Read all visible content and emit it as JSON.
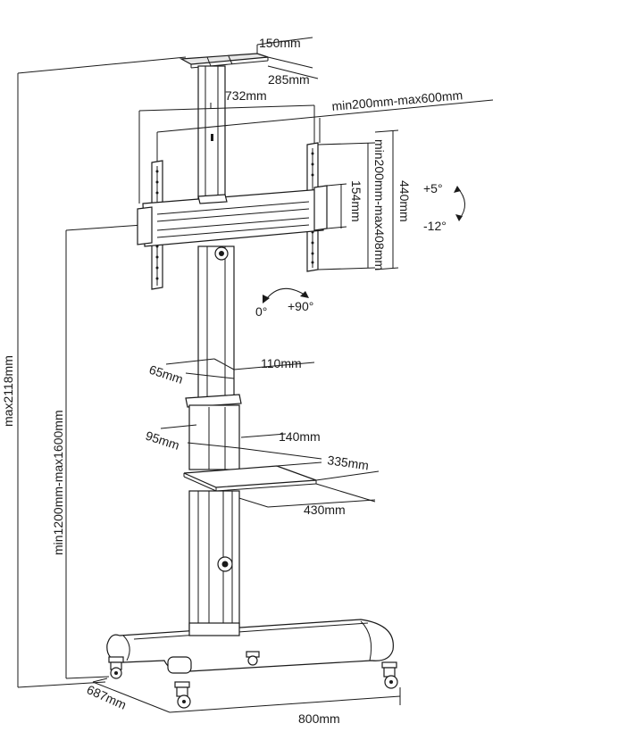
{
  "dimensions": {
    "top_plate_width": "150mm",
    "top_plate_depth": "285mm",
    "bracket_width": "732mm",
    "hole_spacing_horizontal": "min200mm-max600mm",
    "arm_height": "154mm",
    "hole_spacing_vertical": "min200mm-max408mm",
    "bracket_height": "440mm",
    "tilt_up": "+5°",
    "tilt_down": "-12°",
    "rotation_min": "0°",
    "rotation_max": "+90°",
    "total_height": "max2118mm",
    "mount_height": "min1200mm-max1600mm",
    "holder_depth": "65mm",
    "holder_width": "110mm",
    "clamp_depth": "95mm",
    "clamp_width": "140mm",
    "shelf_depth": "335mm",
    "shelf_width": "430mm",
    "base_depth": "687mm",
    "base_width": "800mm"
  }
}
